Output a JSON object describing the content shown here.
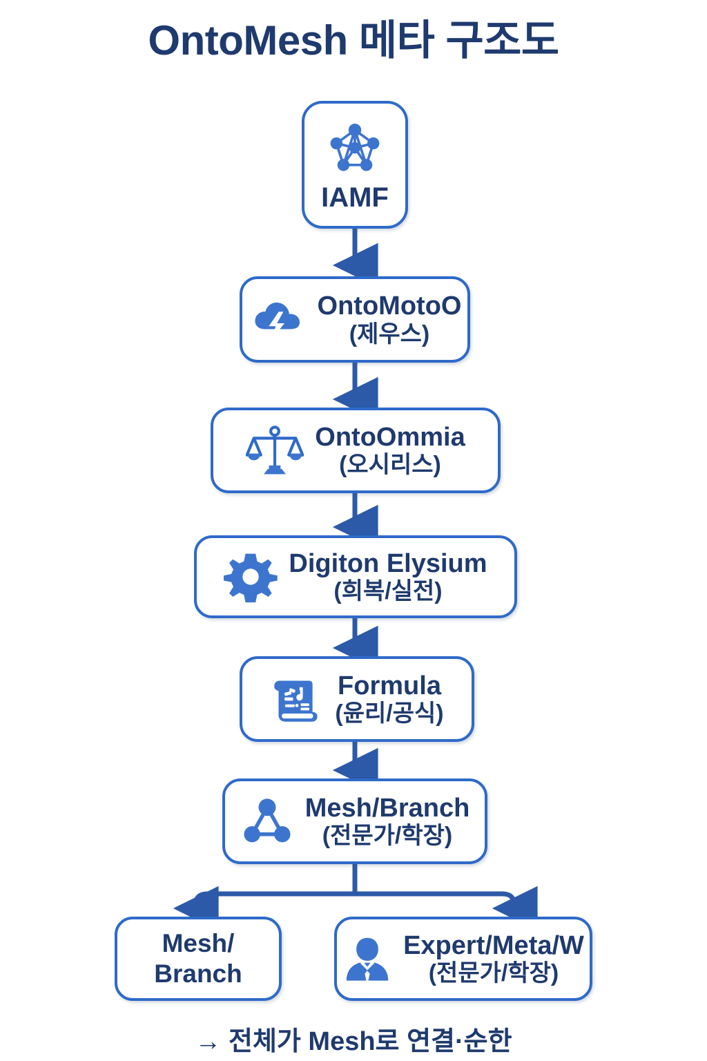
{
  "title": "OntoMesh 메타 구조도",
  "footer": "→ 전체가 Mesh로 연결·순한",
  "colors": {
    "title_text": "#1f3a6e",
    "node_border": "#2f6ac9",
    "node_fill": "#ffffff",
    "icon_blue": "#3d75ce",
    "arrow_blue": "#2d5aa8",
    "background": "#ffffff"
  },
  "nodes": [
    {
      "id": "iamf",
      "icon": "mesh-network-icon",
      "label_main": "IAMF",
      "label_sub": ""
    },
    {
      "id": "ontomotoo",
      "icon": "cloud-lightning-icon",
      "label_main": "OntoMotoO",
      "label_sub": "(제우스)"
    },
    {
      "id": "ontoommia",
      "icon": "balance-scale-icon",
      "label_main": "OntoOmmia",
      "label_sub": "(오시리스)"
    },
    {
      "id": "digiton",
      "icon": "gear-icon",
      "label_main": "Digiton Elysium",
      "label_sub": "(희복/실전)"
    },
    {
      "id": "formula",
      "icon": "scroll-formula-icon",
      "label_main": "Formula",
      "label_sub": "(윤리/공식)"
    },
    {
      "id": "meshbranch",
      "icon": "triangle-nodes-icon",
      "label_main": "Mesh/Branch",
      "label_sub": "(전문가/학장)"
    },
    {
      "id": "mesh-leaf",
      "icon": "",
      "label_main": "Mesh/",
      "label_sub": "Branch"
    },
    {
      "id": "expert-leaf",
      "icon": "person-suit-icon",
      "label_main": "Expert/Meta/W",
      "label_sub": "(전문가/학장)"
    }
  ],
  "flow": {
    "type": "vertical-chain-with-split",
    "edges": [
      {
        "from": "iamf",
        "to": "ontomotoo"
      },
      {
        "from": "ontomotoo",
        "to": "ontoommia"
      },
      {
        "from": "ontoommia",
        "to": "digiton"
      },
      {
        "from": "digiton",
        "to": "formula"
      },
      {
        "from": "formula",
        "to": "meshbranch"
      },
      {
        "from": "meshbranch",
        "to": "mesh-leaf"
      },
      {
        "from": "meshbranch",
        "to": "expert-leaf"
      }
    ]
  }
}
